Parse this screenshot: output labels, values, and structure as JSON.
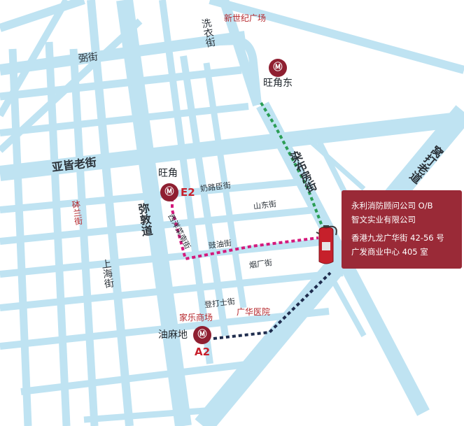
{
  "streets": {
    "sai_yee": "洗衣街",
    "nullah": "弼街",
    "argyle": "亚皆老街",
    "nathan": "弥敦道",
    "shanghai": "上海街",
    "portland": "砵兰街",
    "nelson": "奶路臣街",
    "sai_yeung_choi": "西洋菜南街",
    "shantung": "山东街",
    "dundas": "豉油街",
    "yin_chong": "烟厂街",
    "dobuk": "登打士街",
    "fa_yuen": "染布房街",
    "prince_edward": "窝打老道"
  },
  "landmarks": {
    "new_century": "新世纪广场",
    "kaleidoscope": "家乐商场",
    "kwong_wah": "广华医院"
  },
  "stations": {
    "mong_kok_east": {
      "name": "旺角东"
    },
    "mong_kok": {
      "name": "旺角",
      "exit": "E2"
    },
    "yau_ma_tei": {
      "name": "油麻地",
      "exit": "A2"
    }
  },
  "mtr_icon": "mtr-logo-icon",
  "destination_icon": "fire-extinguisher-icon",
  "info": {
    "line1": "永利消防顾问公司 O/B",
    "line2": "智文实业有限公司",
    "line3": "香港九龙广华街 42-56 号",
    "line4": "广发商业中心 405 室"
  },
  "colors": {
    "road": "#bfe3f2",
    "mtr": "#8f1f31",
    "route_green": "#2a9d55",
    "route_pink": "#d4197c",
    "route_navy": "#1f2d4e",
    "info_box": "#9a2a37",
    "landmark_text": "#b5262b"
  }
}
